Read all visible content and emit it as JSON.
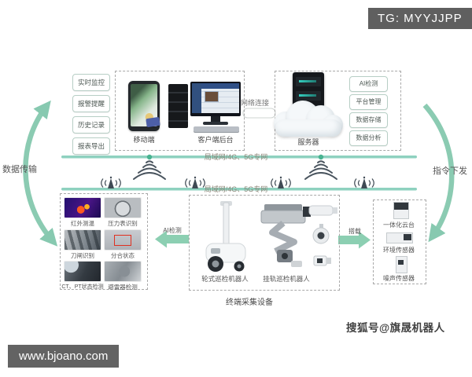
{
  "header": {
    "tg_badge": "TG: MYYJJPP"
  },
  "footer": {
    "site_badge": "www.bjoano.com",
    "watermark": "搜狐号@旗晟机器人"
  },
  "flows": {
    "upload": "数据传输",
    "download": "指令下发"
  },
  "network": {
    "link_label": "网络连接",
    "line1_label": "局域网/4G、5G专网",
    "line2_label": "局域网/4G、5G专网"
  },
  "client": {
    "features": [
      "实时监控",
      "报警提醒",
      "历史记录",
      "报表导出"
    ],
    "mobile": "移动端",
    "desktop": "客户端后台"
  },
  "server": {
    "label": "服务器",
    "features": [
      "AI检测",
      "平台管理",
      "数据存储",
      "数据分析"
    ]
  },
  "detections": {
    "arrow_label": "AI检测",
    "items": [
      "红外测温",
      "压力表识别",
      "刀闸识别",
      "分合状态",
      "CT、PT状态检测",
      "避雷器检测"
    ]
  },
  "terminal": {
    "caption": "终端采集设备",
    "robot1": "轮式巡检机器人",
    "robot2": "挂轨巡检机器人"
  },
  "sensors": {
    "arrow_label": "搭载",
    "items": [
      "一体化云台",
      "环境传感器",
      "噪声传感器"
    ]
  },
  "colors": {
    "accent": "#87c9b0",
    "bus": "#8ed1bf",
    "badge_bg": "#5f5f5f"
  }
}
